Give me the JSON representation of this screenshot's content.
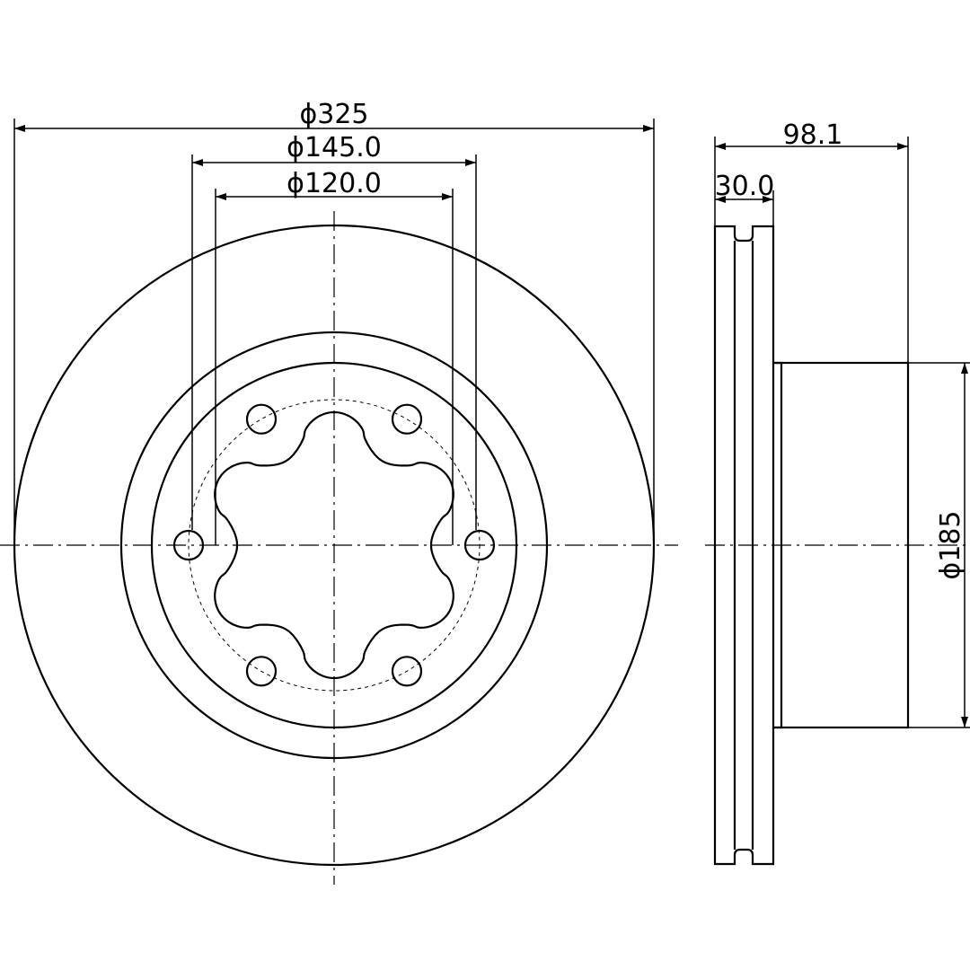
{
  "dimensions": {
    "outer_diameter": "ϕ325",
    "bolt_circle_diameter": "ϕ145.0",
    "center_bore_diameter": "ϕ120.0",
    "overall_height": "98.1",
    "disc_thickness": "30.0",
    "hat_diameter": "ϕ185"
  },
  "bolt_hole_count": 6,
  "line_color": "#000000"
}
